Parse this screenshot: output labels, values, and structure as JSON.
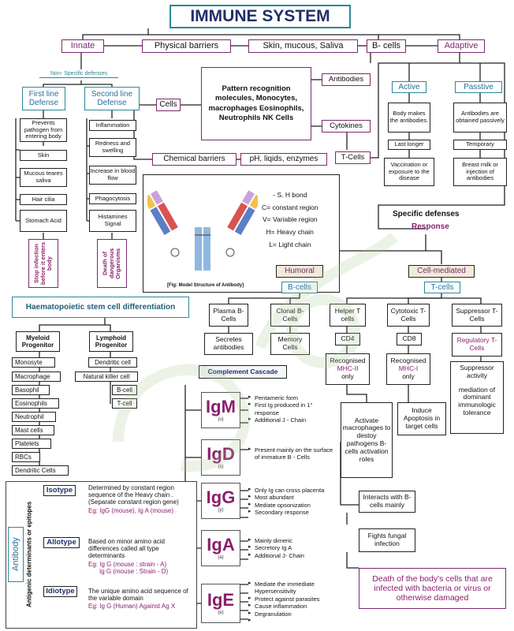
{
  "title": "IMMUNE SYSTEM",
  "header": {
    "innate": "Innate",
    "physical_barriers": "Physical barriers",
    "skin_mucous": "Skin, mucous, Saliva",
    "b_cells": "B- cells",
    "adaptive": "Adaptive"
  },
  "innate": {
    "non_specific": "Non- Specific defenses",
    "first_line": "First line Defense",
    "second_line": "Second line Defense",
    "first_items": [
      "Prevents pathogen from entering body",
      "Skin",
      "Mucous teares saliva",
      "Hair cilia",
      "Stomach Acid"
    ],
    "first_result": "Stop infection before it enters body",
    "second_items": [
      "Inflammation",
      "Redness and swelling",
      "Increase in blood flow",
      "Phagocytosis",
      "Histamines Signal"
    ],
    "second_result": "Death of dangerous Organisms",
    "cells": "Cells",
    "chemical_barriers": "Chemical barriers",
    "ph": "pH, liqids, enzymes"
  },
  "center": {
    "pattern": "Pattern recognition molecules, Monocytes, macrophages Eosinophils, Neutrophils NK Cells",
    "antibodies": "Antibodies",
    "cytokines": "Cytokines",
    "t_cells": "T-Cells"
  },
  "adaptive": {
    "active": "Active",
    "passive": "Passtive",
    "active_items": [
      "Body makes the antibodies.",
      "Last longer",
      "Vaccination or exposure to the disease"
    ],
    "passive_items": [
      "Antibodies are obtained passively",
      "Temporary",
      "Breast milk or injection of antibodies"
    ],
    "specific_defenses": "Specific defenses",
    "response": "Response"
  },
  "antibody_figure": {
    "legend": [
      "- S. H bond",
      "C= constant region",
      "V= Variable region",
      "H= Heavy chain",
      "L= Light chain"
    ],
    "caption": "[Fig: Model Structure of Antibody]"
  },
  "response": {
    "humoral": "Humoral",
    "humoral_b": "B-cells",
    "cell_mediated": "Cell-mediated",
    "cm_t": "T-cells",
    "plasma": "Plasma B-Cells",
    "clonal": "Clonal B-Cells",
    "secretes": "Secretes antibodies",
    "memory": "Memory Cells",
    "complement": "Complement Cascade",
    "helper": "Helper T cells",
    "cytotoxic": "Cytotoxic T- Cells",
    "suppressor": "Suppressor T-Cells",
    "cd4": "CD4",
    "cd8": "CD8",
    "regulatory": "Regulatory T- Cells",
    "rec_prefix": "Recognised",
    "mhc2": "MHC-II",
    "mhc1": "MHC-I",
    "only": "only",
    "suppressor_activity": "Suppressor activity",
    "mediation": "mediation of dominant immunologic tolerance",
    "activate": "Activate macrophages to destoy pathogens B- cells activation roles",
    "induce": "Induce Apoptosis in target cells",
    "interacts": "Interacts with B-cells mainly",
    "fights": "Fights fungal infection",
    "death": "Death of the body's cells that are infected with bacteria or virus or otherwise damaged"
  },
  "hematopoietic": {
    "title": "Haematopoietic stem cell differentiation",
    "myeloid": "Myeloid Progenitor",
    "lymphoid": "Lymphoid Progenitor",
    "myeloid_items": [
      "Monosyte",
      "Macrophage",
      "Basophil",
      "Eosinophils",
      "Neutrophil",
      "Mast cells",
      "Platelets",
      "RBCs",
      "Dendritic Cells"
    ],
    "lymphoid_items": [
      "Dendritic cell",
      "Natural killer cell",
      "B-cell",
      "T-cell"
    ]
  },
  "antibody_section": {
    "antibody": "Antibody",
    "side": "Antigenic determinants or epitopes",
    "isotype": "Isotype",
    "isotype_desc": "Determined by constant region sequence of the Heavy chain .(Separate constant region gene)",
    "isotype_eg": "Eg: IgG (mouse), Ig A (mouse)",
    "allotype": "Allotype",
    "allotype_desc": "Based on minor amino acid differences called all type determinants",
    "allotype_eg1": "Eg: Ig G (mouse : strain - A)",
    "allotype_eg2": "Ig G (mouse : Strain - D)",
    "idiotype": "Idiotype",
    "idiotype_desc": "The unique amino acid sequence of the variable domain",
    "idiotype_eg": "Eg: Ig G (Human) Against Ag X"
  },
  "immunoglobulins": [
    {
      "name": "IgM",
      "tag": "(u)",
      "points": [
        "Pentameric form",
        "First Ig produced in 1° response",
        "Additional J - Chain"
      ]
    },
    {
      "name": "IgD",
      "tag": "(s)",
      "points": [
        "Present mainly on the surface of immature B - Cells"
      ]
    },
    {
      "name": "IgG",
      "tag": "(y)",
      "points": [
        "Only Ig can cross placenta",
        "Most abundant",
        "Mediate opsonization",
        "Secondary response"
      ]
    },
    {
      "name": "IgA",
      "tag": "(a)",
      "points": [
        "Mainly dimeric",
        "Secretory Ig A",
        "Additional J- Chain"
      ]
    },
    {
      "name": "IgE",
      "tag": "(e)",
      "points": [
        "Mediate the immediate Hypersensitivity",
        "Protect against parasites",
        "Cause inflammation",
        "Degranulation"
      ]
    }
  ],
  "colors": {
    "purple": "#7a2a70",
    "teal": "#2a8a9a",
    "magenta": "#8a1f6d"
  }
}
